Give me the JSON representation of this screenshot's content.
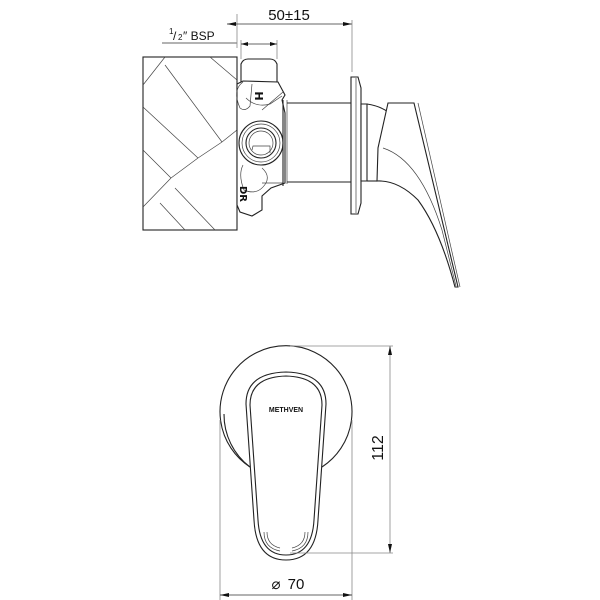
{
  "drawing": {
    "type": "technical-dimension-drawing",
    "subject": "concealed shower mixer with lever handle",
    "side_view": {
      "dimensions": {
        "inlet_label_fraction_num": "1",
        "inlet_label_fraction_den": "2",
        "inlet_label_suffix": "″ BSP",
        "depth_label": "50±15"
      },
      "body_markings": {
        "hot_mark": "H",
        "drain_mark": "DR"
      }
    },
    "front_view": {
      "brand_logo": "METHVEN",
      "dimensions": {
        "height_label": "112",
        "diameter_symbol": "⌀",
        "diameter_value": "70"
      }
    },
    "colors": {
      "line": "#222222",
      "dimension_line": "#333333",
      "extension_line": "#888888",
      "background": "#ffffff"
    }
  }
}
